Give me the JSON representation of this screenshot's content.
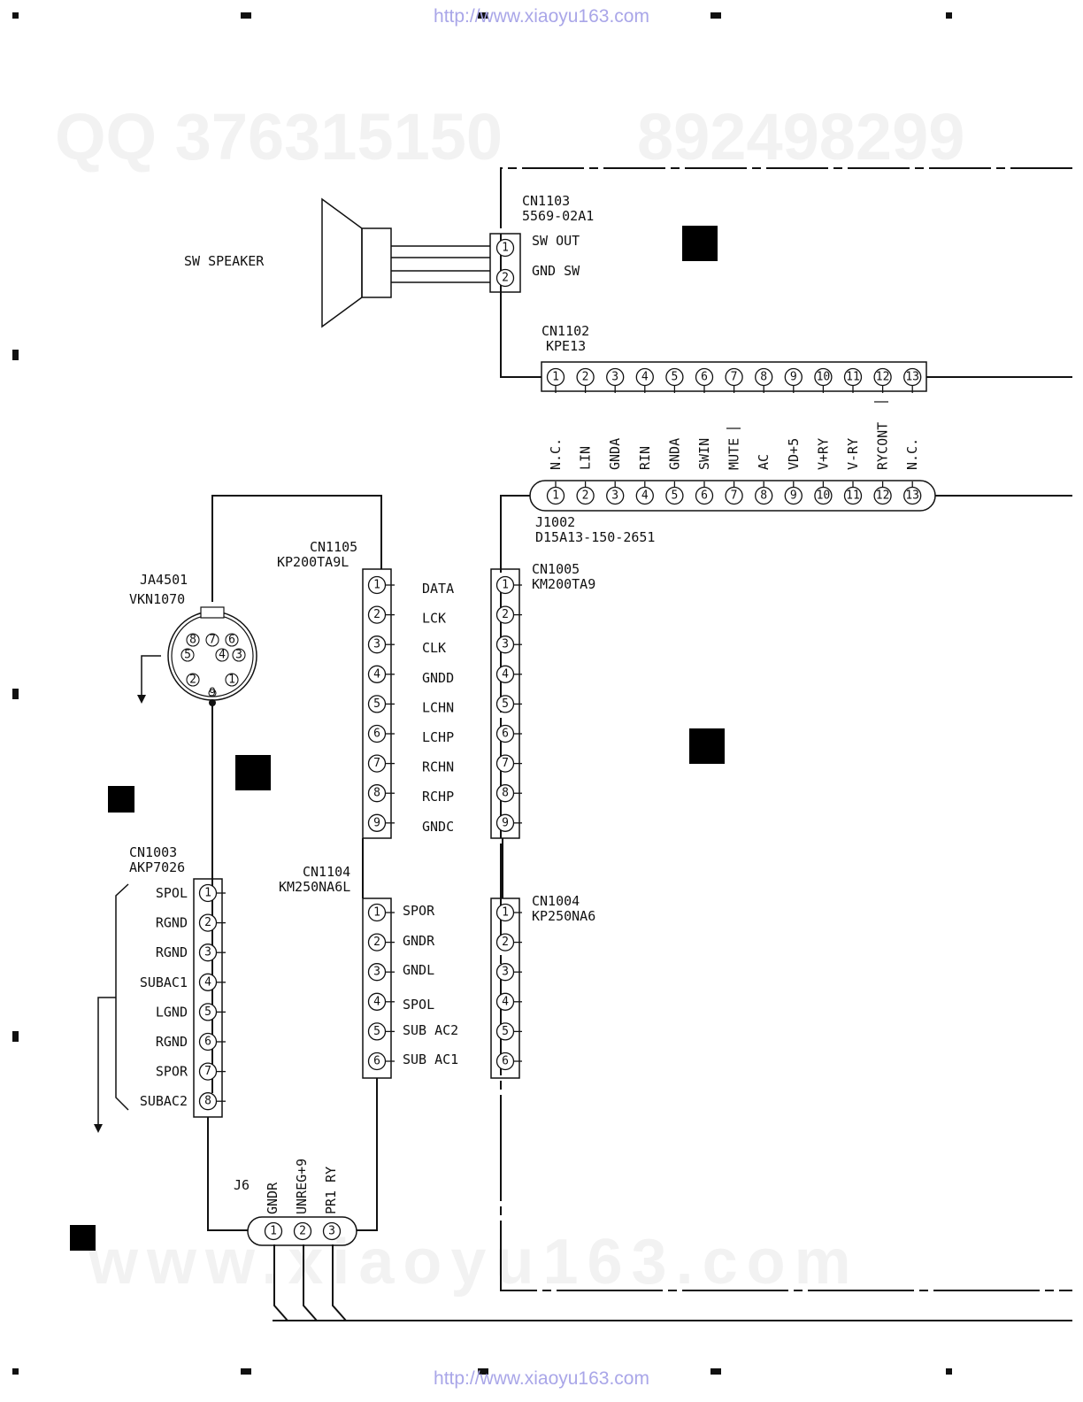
{
  "header": {
    "url_top": "http://www.xiaoyu163.com"
  },
  "footer": {
    "url_bottom": "http://www.xiaoyu163.com"
  },
  "watermarks": {
    "qq": "QQ 376315150",
    "num": "892498299",
    "bottom": "www.xiaoyu163.com"
  },
  "speaker": {
    "label": "SW SPEAKER"
  },
  "cn1103": {
    "ref": "CN1103",
    "part": "5569-02A1",
    "pins": [
      "1",
      "2"
    ],
    "signals": [
      "SW OUT",
      "GND SW"
    ]
  },
  "cn1102": {
    "ref": "CN1102",
    "part": "KPE13",
    "pins": [
      "1",
      "2",
      "3",
      "4",
      "5",
      "6",
      "7",
      "8",
      "9",
      "10",
      "11",
      "12",
      "13"
    ]
  },
  "j1002": {
    "ref": "J1002",
    "part": "D15A13-150-2651",
    "pins": [
      "1",
      "2",
      "3",
      "4",
      "5",
      "6",
      "7",
      "8",
      "9",
      "10",
      "11",
      "12",
      "13"
    ],
    "signals": [
      "N.C.",
      "LIN",
      "GNDA",
      "RIN",
      "GNDA",
      "SWIN",
      "MUTE",
      "AC",
      "VD+5",
      "V+RY",
      "V-RY",
      "RYCONT",
      "N.C."
    ]
  },
  "ja4501": {
    "ref": "JA4501",
    "part": "VKN1070",
    "pins": [
      "1",
      "2",
      "3",
      "4",
      "5",
      "6",
      "7",
      "8",
      "9"
    ]
  },
  "cn1105": {
    "ref": "CN1105",
    "part": "KP200TA9L",
    "pins": [
      "1",
      "2",
      "3",
      "4",
      "5",
      "6",
      "7",
      "8",
      "9"
    ],
    "signals": [
      "DATA",
      "LCK",
      "CLK",
      "GNDD",
      "LCHN",
      "LCHP",
      "RCHN",
      "RCHP",
      "GNDC"
    ]
  },
  "cn1005": {
    "ref": "CN1005",
    "part": "KM200TA9",
    "pins": [
      "1",
      "2",
      "3",
      "4",
      "5",
      "6",
      "7",
      "8",
      "9"
    ]
  },
  "cn1104": {
    "ref": "CN1104",
    "part": "KM250NA6L",
    "pins": [
      "1",
      "2",
      "3",
      "4",
      "5",
      "6"
    ],
    "signals": [
      "SPOR",
      "GNDR",
      "GNDL",
      "SPOL",
      "SUB AC2",
      "SUB AC1"
    ]
  },
  "cn1004": {
    "ref": "CN1004",
    "part": "KP250NA6",
    "pins": [
      "1",
      "2",
      "3",
      "4",
      "5",
      "6"
    ]
  },
  "cn1003": {
    "ref": "CN1003",
    "part": "AKP7026",
    "pins": [
      "1",
      "2",
      "3",
      "4",
      "5",
      "6",
      "7",
      "8"
    ],
    "signals": [
      "SPOL",
      "RGND",
      "RGND",
      "SUBAC1",
      "LGND",
      "RGND",
      "SPOR",
      "SUBAC2"
    ]
  },
  "j6": {
    "ref": "J6",
    "pins": [
      "1",
      "2",
      "3"
    ],
    "signals": [
      "GNDR",
      "UNREG+9",
      "PR1 RY"
    ]
  }
}
